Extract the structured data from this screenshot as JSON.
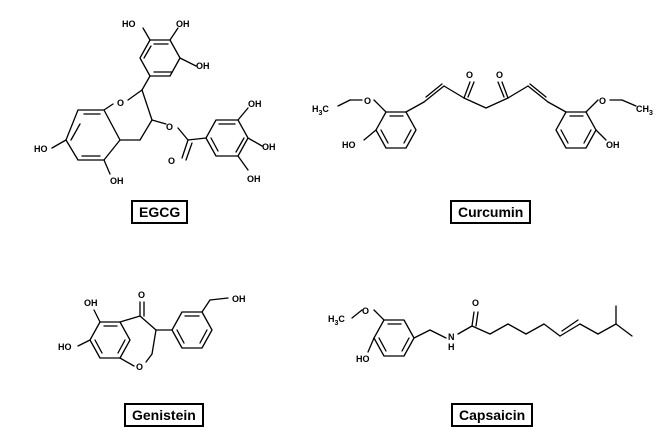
{
  "molecules": [
    {
      "name": "EGCG",
      "labels": [
        "HO",
        "OH",
        "OH",
        "O",
        "O",
        "OH",
        "OH",
        "OH",
        "HO",
        "OH",
        "O"
      ]
    },
    {
      "name": "Curcumin",
      "labels": [
        "O",
        "O",
        "H3C",
        "O",
        "O",
        "CH3",
        "HO",
        "OH"
      ]
    },
    {
      "name": "Genistein",
      "labels": [
        "OH",
        "O",
        "OH",
        "HO",
        "O"
      ]
    },
    {
      "name": "Capsaicin",
      "labels": [
        "O",
        "H3C",
        "O",
        "N",
        "H",
        "HO"
      ]
    }
  ]
}
